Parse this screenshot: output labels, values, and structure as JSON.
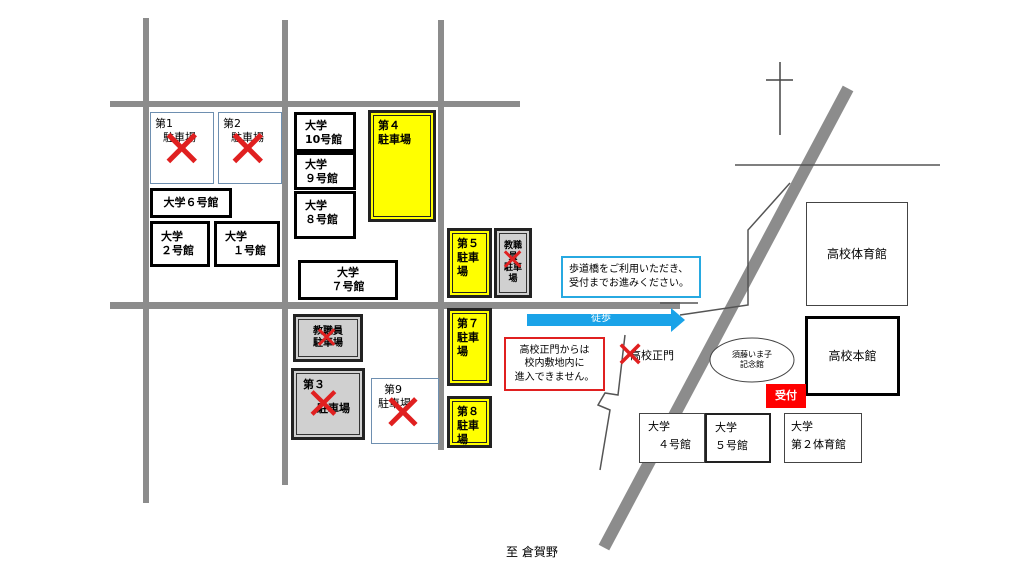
{
  "buildings": {
    "dai6": "大学６号館",
    "dai2_l1": "大学",
    "dai2_l2": "２号館",
    "dai1_l1": "大学",
    "dai1_l2": "１号館",
    "dai10_l1": "大学",
    "dai10_l2": "10号館",
    "dai9_l1": "大学",
    "dai9_l2": "９号館",
    "dai8_l1": "大学",
    "dai8_l2": "８号館",
    "dai7_l1": "大学",
    "dai7_l2": "７号館",
    "dai4_l1": "大学",
    "dai4_l2": "４号館",
    "dai5_l1": "大学",
    "dai5_l2": "５号館",
    "gym2_l1": "大学",
    "gym2_l2": "第２体育館",
    "hs_gym": "高校体育館",
    "hs_main": "高校本館",
    "memorial_l1": "須藤いま子",
    "memorial_l2": "記念館"
  },
  "parking": {
    "p1_l1": "第1",
    "p1_l2": "駐車場",
    "p2_l1": "第2",
    "p2_l2": "駐車場",
    "p3_l1": "第３",
    "p3_l2": "駐車場",
    "p4_l1": "第４",
    "p4_l2": "駐車場",
    "p5_l1": "第５",
    "p5_l2": "駐車場",
    "p7_l1": "第７",
    "p7_l2": "駐車場",
    "p8_l1": "第８",
    "p8_l2": "駐車場",
    "p9_l1": "第9",
    "p9_l2": "駐車場",
    "staff_l1": "教職員",
    "staff_l2": "駐車場",
    "staff2_l1": "教職員",
    "staff2_l2": "駐車場"
  },
  "labels": {
    "walk_note_l1": "歩道橋をご利用いただき、",
    "walk_note_l2": "受付までお進みください。",
    "walk": "徒歩",
    "gate": "高校正門",
    "gate_note_l1": "高校正門からは",
    "gate_note_l2": "校内敷地内に",
    "gate_note_l3": "進入できません。",
    "reception": "受付",
    "destination": "至 倉賀野",
    "closed_mark": "✕"
  },
  "colors": {
    "road": "#8c8c8c",
    "lot": "#ffff00",
    "closed": "#e02020",
    "arrow": "#1aa3e8",
    "reception": "#ff0000",
    "note_border_blue": "#27a9e1",
    "note_border_red": "#e02020"
  }
}
